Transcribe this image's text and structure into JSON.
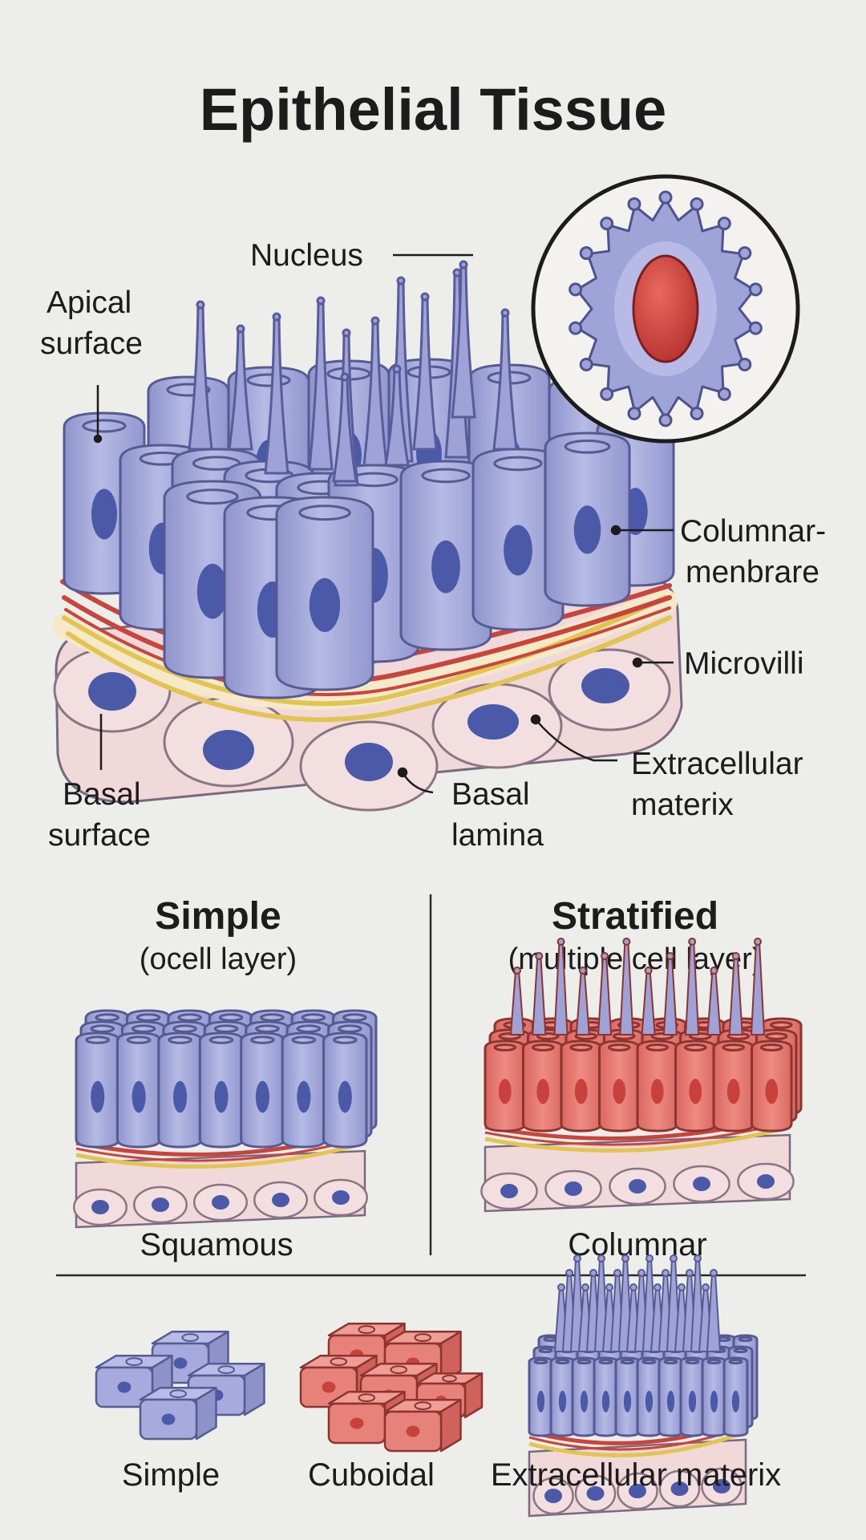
{
  "title": "Epithelial Tissue",
  "main_diagram": {
    "labels": {
      "nucleus": "Nucleus",
      "apical_1": "Apical",
      "apical_2": "surface",
      "columnar_1": "Columnar-",
      "columnar_2": "menbrare",
      "microvilli": "Microvilli",
      "ecm_1": "Extracellular",
      "ecm_2": "materix",
      "basal_lamina_1": "Basal",
      "basal_lamina_2": "lamina",
      "basal_surface_1": "Basal",
      "basal_surface_2": "surface"
    }
  },
  "classification": {
    "simple": {
      "heading": "Simple",
      "subheading": "(ocell layer)",
      "caption": "Squamous"
    },
    "stratified": {
      "heading": "Stratified",
      "subheading": "(multiple cell layer)",
      "caption": "Columnar"
    }
  },
  "bottom_row": [
    {
      "caption": "Simple"
    },
    {
      "caption": "Cuboidal"
    },
    {
      "caption": "Extracellular materix"
    }
  ],
  "colors": {
    "background": "#ededea",
    "cell_blue": "#a3a8d8",
    "nucleus_blue": "#4b5aa8",
    "cell_red": "#e0766e",
    "nucleus_red": "#c9413d",
    "fiber_red": "#c8443c",
    "fiber_yellow": "#e8c85c",
    "basal_pink": "#efd4d6"
  }
}
